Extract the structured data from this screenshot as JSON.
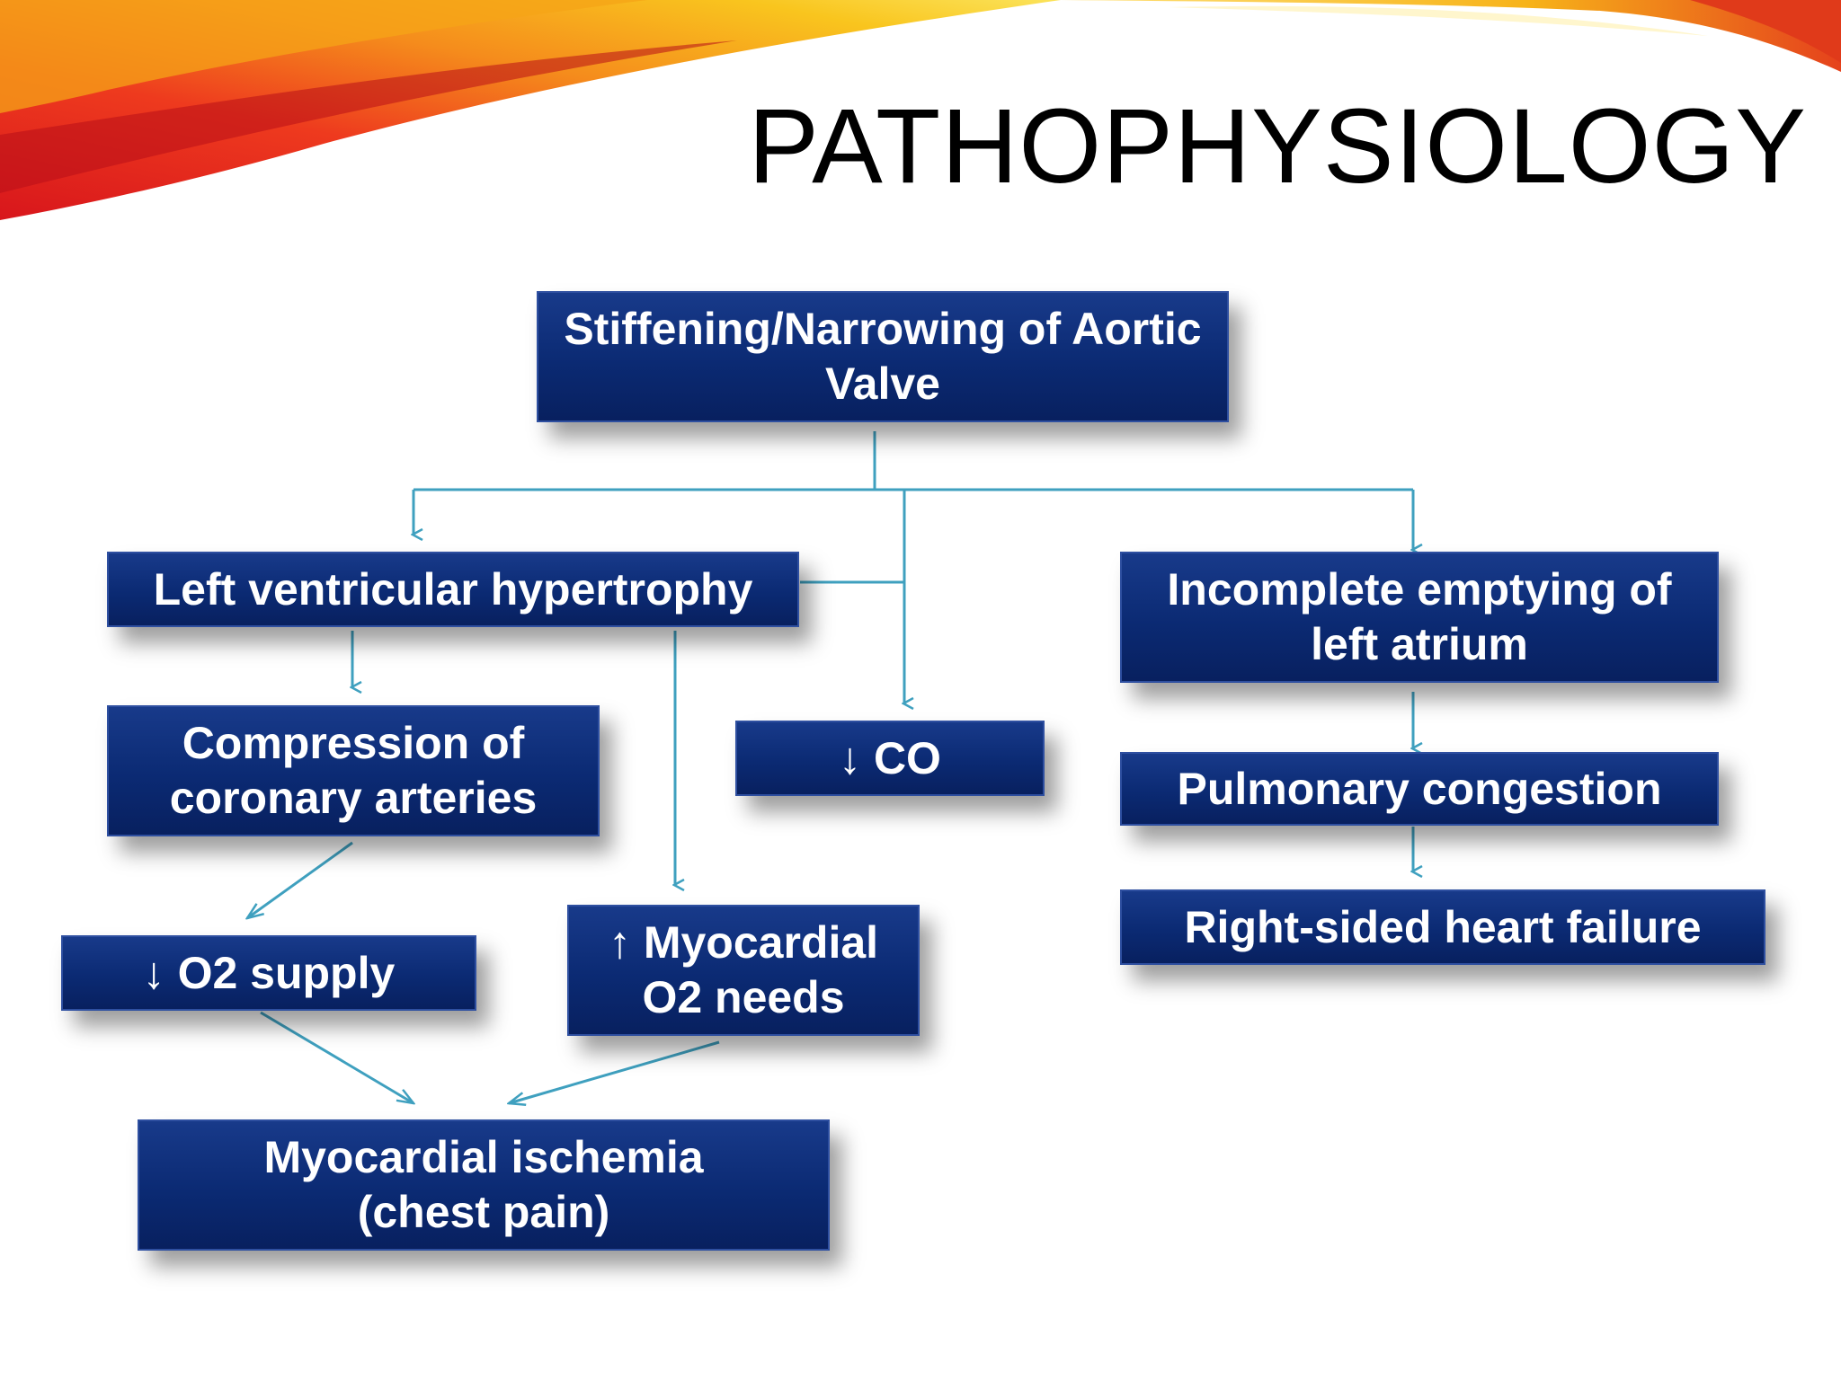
{
  "slide": {
    "title": "PATHOPHYSIOLOGY",
    "accent_colors": [
      "#f7c21b",
      "#f08a1c",
      "#e8321f",
      "#c0141b"
    ],
    "box_color": "#0b2a73",
    "connector_color": "#3fa0bf"
  },
  "nodes": {
    "aortic_valve": {
      "line1": "Stiffening/Narrowing of Aortic",
      "line2": "Valve"
    },
    "lvh": {
      "line1": "Left ventricular hypertrophy"
    },
    "incomplete_emptying": {
      "line1": "Incomplete emptying of",
      "line2": "left atrium"
    },
    "compression": {
      "line1": "Compression of",
      "line2": "coronary arteries"
    },
    "decreased_co": {
      "arrow": "↓",
      "text": "CO"
    },
    "pulmonary_congestion": {
      "line1": "Pulmonary congestion"
    },
    "right_heart_failure": {
      "line1": "Right-sided heart failure"
    },
    "decreased_o2_supply": {
      "arrow": "↓",
      "text": "O2 supply"
    },
    "increased_o2_needs": {
      "arrow": "↑",
      "text": "Myocardial",
      "line2": "O2 needs"
    },
    "ischemia": {
      "line1": "Myocardial ischemia",
      "line2": "(chest pain)"
    }
  }
}
